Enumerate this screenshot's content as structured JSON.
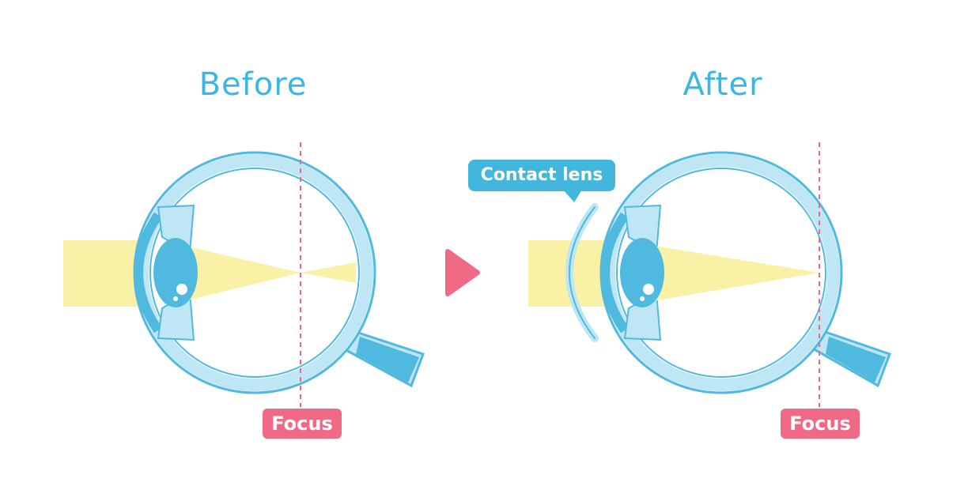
{
  "before_panel": {
    "title": "Before",
    "focus_label": "Focus"
  },
  "after_panel": {
    "title": "After",
    "focus_label": "Focus",
    "lens_label": "Contact lens"
  },
  "colors": {
    "eye_outline": "#4fb9e0",
    "eye_fill": "#bfe6f5",
    "lens": "#4fb9e0",
    "light_beam": "#f8f1a6",
    "focus_tag": "#f06a86",
    "arrow": "#f06a86",
    "title": "#3bb7e3"
  }
}
